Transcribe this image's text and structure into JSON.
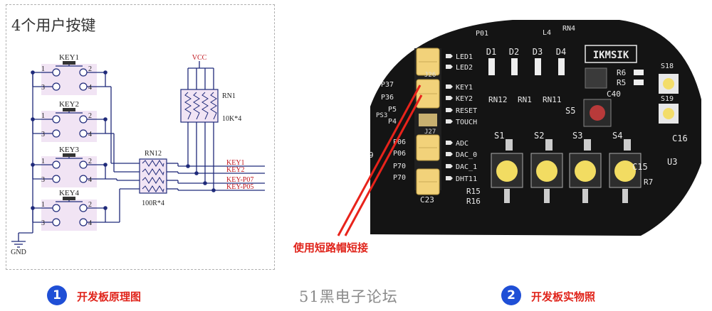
{
  "schematic": {
    "title": "4个用户按键",
    "keys": [
      "KEY1",
      "KEY2",
      "KEY3",
      "KEY4"
    ],
    "pin_labels": [
      "1",
      "2",
      "3",
      "4"
    ],
    "rn12_label": "RN12",
    "rn12_value": "100R*4",
    "rn1_label": "RN1",
    "rn1_value": "10K*4",
    "vcc": "VCC",
    "gnd": "GND",
    "nets": [
      "KEY1",
      "KEY2",
      "KEY-P07",
      "KEY-P05"
    ]
  },
  "photo": {
    "headers": [
      "P37",
      "P36",
      "P5",
      "P4",
      "P06",
      "P06",
      "P70",
      "P70"
    ],
    "jumper_labels": [
      "LED1",
      "LED2",
      "KEY1",
      "KEY2",
      "RESET",
      "TOUCH",
      "ADC",
      "DAC_0",
      "DAC_1",
      "DHT11"
    ],
    "top_labels": [
      "P01",
      "L4",
      "RN4"
    ],
    "led_labels": [
      "D1",
      "D2",
      "D3",
      "D4"
    ],
    "brand": "IKMSIK",
    "rn_labels": [
      "RN12",
      "RN1",
      "RN11"
    ],
    "c40": "C40",
    "s5": "S5",
    "switches": [
      "S1",
      "S2",
      "S3",
      "S4"
    ],
    "r6": "R6",
    "r5": "R5",
    "s19": "S19",
    "c16": "C16",
    "c15": "C15",
    "r7": "R7",
    "u3": "U3",
    "r15": "R15",
    "r16": "R16",
    "c23": "C23",
    "ps3": "PS3",
    "j26": "J26",
    "j27": "J27",
    "nine": "9",
    "annotation": "使用短路帽短接"
  },
  "captions": {
    "left_num": "1",
    "left_text": "开发板原理图",
    "right_num": "2",
    "right_text": "开发板实物照",
    "watermark": "51黑电子论坛"
  },
  "colors": {
    "caption_red": "#e0241b",
    "badge_blue": "#1f4fd6",
    "schematic_line": "#1f2a7a",
    "net_red": "#c0141c",
    "pcb_black": "#141414",
    "jumper_yellow": "#f2d27a"
  }
}
